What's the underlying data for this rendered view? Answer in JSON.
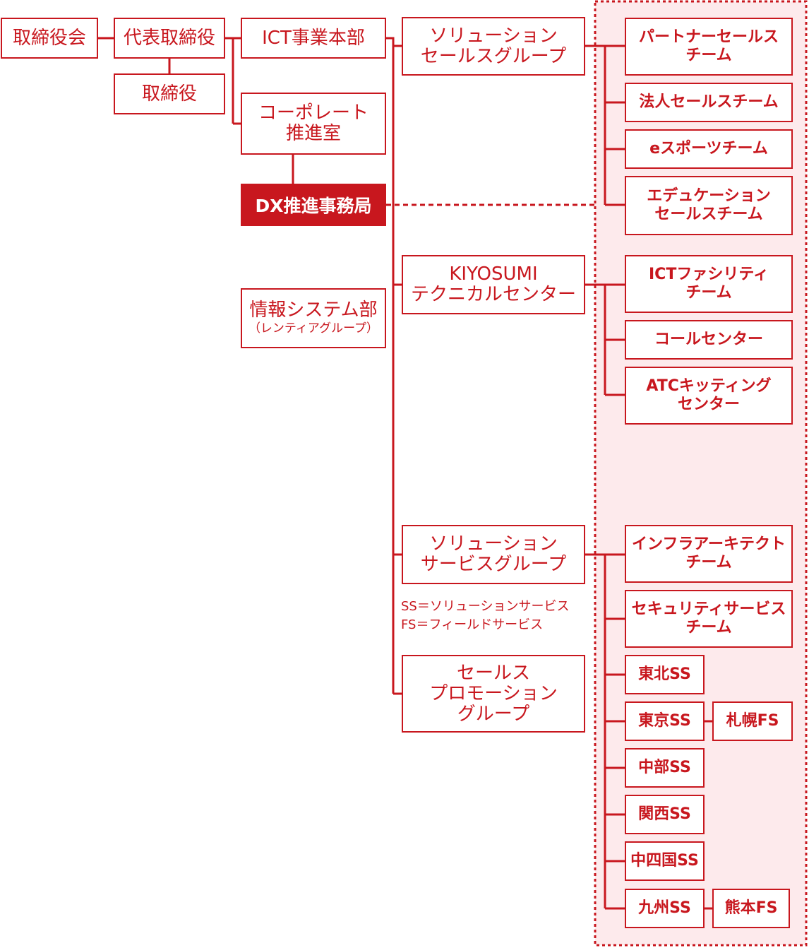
{
  "nodes": {
    "board": "取締役会",
    "ceo": "代表取締役",
    "director": "取締役",
    "ict": "ICT事業本部",
    "corp_l1": "コーポレート",
    "corp_l2": "推進室",
    "dx": "DX推進事務局",
    "infosys_l1": "情報システム部",
    "infosys_l2": "（レンティアグループ）",
    "sol_sales_l1": "ソリューション",
    "sol_sales_l2": "セールスグループ",
    "kiyosumi_l1": "KIYOSUMI",
    "kiyosumi_l2": "テクニカルセンター",
    "sol_service_l1": "ソリューション",
    "sol_service_l2": "サービスグループ",
    "promo_l1": "セールス",
    "promo_l2": "プロモーション",
    "promo_l3": "グループ"
  },
  "teams": {
    "partner_l1": "パートナーセールス",
    "partner_l2": "チーム",
    "corporate": "法人セールスチーム",
    "esports": "eスポーツチーム",
    "edu_l1": "エデュケーション",
    "edu_l2": "セールスチーム",
    "ictfac_l1": "ICTファシリティ",
    "ictfac_l2": "チーム",
    "call": "コールセンター",
    "atc_l1": "ATCキッティング",
    "atc_l2": "センター",
    "infra_l1": "インフラアーキテクト",
    "infra_l2": "チーム",
    "security_l1": "セキュリティサービス",
    "security_l2": "チーム",
    "tohoku": "東北SS",
    "tokyo": "東京SS",
    "sapporo": "札幌FS",
    "chubu": "中部SS",
    "kansai": "関西SS",
    "chushikoku": "中四国SS",
    "kyushu": "九州SS",
    "kumamoto": "熊本FS"
  },
  "notes": {
    "ss": "SS＝ソリューションサービス",
    "fs": "FS＝フィールドサービス"
  },
  "colors": {
    "primary": "#c8171e",
    "highlight_bg": "#fdeaec"
  }
}
